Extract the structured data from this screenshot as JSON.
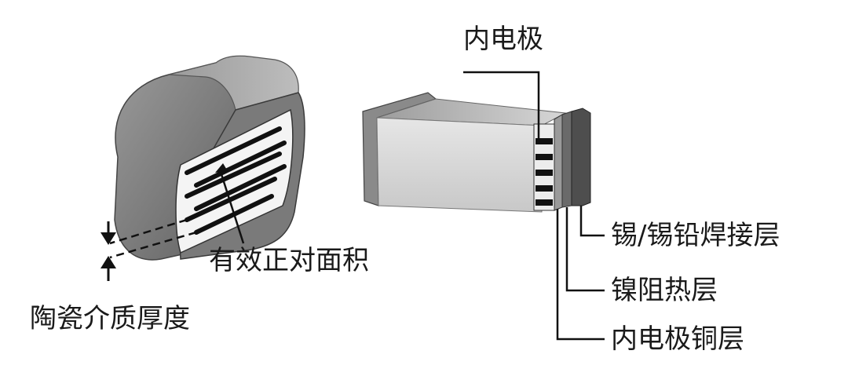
{
  "labels": {
    "effective_area": "有效正对面积",
    "dielectric_thickness": "陶瓷介质厚度",
    "inner_electrode": "内电极",
    "tin_lead_layer": "锡/锡铅焊接层",
    "nickel_barrier_layer": "镍阻热层",
    "inner_copper_layer": "内电极铜层"
  }
}
